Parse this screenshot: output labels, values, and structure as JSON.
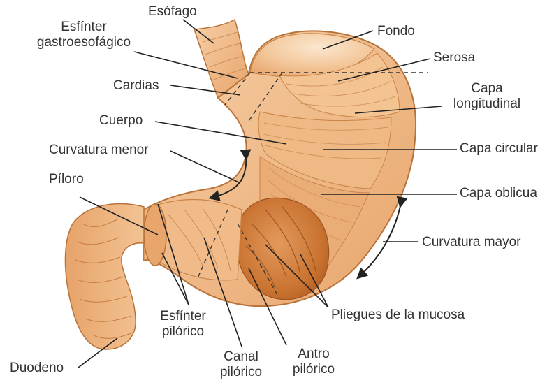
{
  "labels": {
    "esofago": "Esófago",
    "esfinter_gastro_1": "Esfínter",
    "esfinter_gastro_2": "gastroesofágico",
    "cardias": "Cardias",
    "cuerpo": "Cuerpo",
    "curvatura_menor": "Curvatura menor",
    "piloro": "Píloro",
    "duodeno": "Duodeno",
    "esfinter_pilorico_1": "Esfínter",
    "esfinter_pilorico_2": "pilórico",
    "canal_pilorico_1": "Canal",
    "canal_pilorico_2": "pilórico",
    "antro_pilorico_1": "Antro",
    "antro_pilorico_2": "pilórico",
    "pliegues_mucosa": "Pliegues de la mucosa",
    "curvatura_mayor": "Curvatura mayor",
    "capa_oblicua": "Capa oblicua",
    "capa_circular": "Capa circular",
    "capa_longitudinal_1": "Capa",
    "capa_longitudinal_2": "longitudinal",
    "serosa": "Serosa",
    "fondo": "Fondo"
  },
  "colors": {
    "tissue_light": "#f7d6b2",
    "tissue_mid": "#eeb57f",
    "tissue_dark": "#d9894a",
    "cavity": "#c46a2c",
    "outline": "#b8733a",
    "leader": "#222222",
    "text": "#333333"
  }
}
